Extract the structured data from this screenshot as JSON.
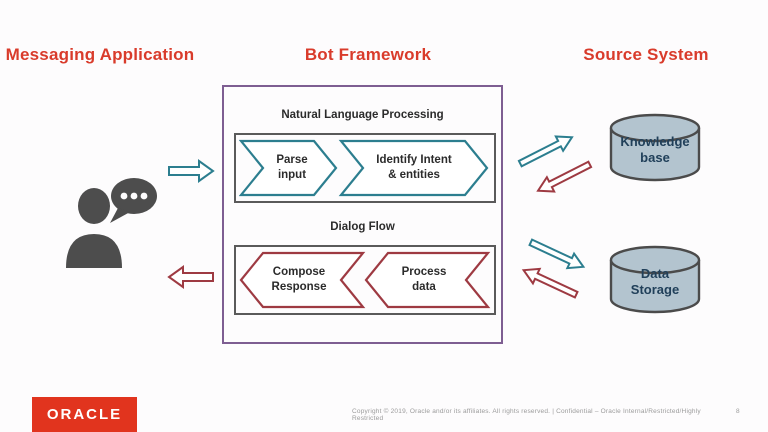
{
  "headers": {
    "left": "Messaging Application",
    "center": "Bot Framework",
    "right": "Source System",
    "color": "#d93b2b"
  },
  "bot_framework": {
    "nlp_title": "Natural Language Processing",
    "nlp_steps": [
      "Parse\ninput",
      "Identify Intent\n& entities"
    ],
    "dialog_title": "Dialog Flow",
    "dialog_steps": [
      "Compose\nResponse",
      "Process\ndata"
    ]
  },
  "source_system": {
    "top_db": "Knowledge\nbase",
    "bottom_db": "Data\nStorage"
  },
  "icons": {
    "user": "user-with-speech-bubble-icon",
    "flow_right": "right-block-arrow",
    "flow_left": "left-block-arrow",
    "databases": "cylinder-database"
  },
  "logo": {
    "text": "ORACLE"
  },
  "footer": {
    "copyright": "Copyright © 2019, Oracle and/or its affiliates. All rights reserved.  |  Confidential – Oracle Internal/Restricted/Highly Restricted",
    "page_number": "8"
  },
  "colors": {
    "header_red": "#d93b2b",
    "teal_arrow": "#2c7e8f",
    "dark_red_arrow": "#9e3a42",
    "purple_border": "#7e5e92",
    "gray_border": "#5a5a5a",
    "cylinder_fill": "#b3c4cf",
    "cylinder_text": "#21405a",
    "person_gray": "#4d4d4d",
    "oracle_red": "#e1341e",
    "background": "#fdfcfd"
  }
}
